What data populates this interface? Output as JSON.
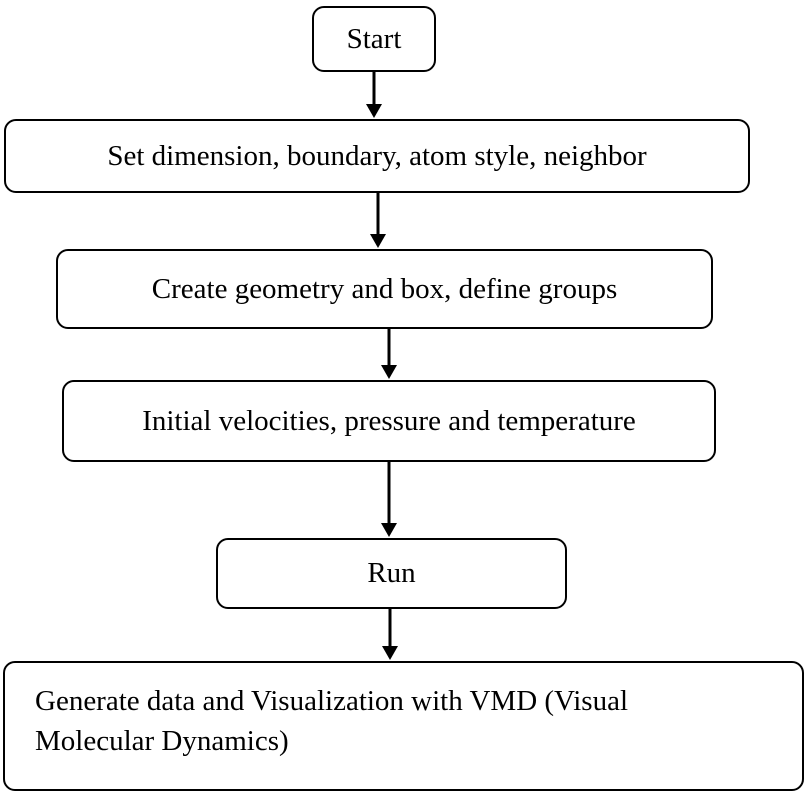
{
  "flowchart": {
    "start": "Start",
    "step1": "Set dimension, boundary, atom style, neighbor",
    "step2": "Create geometry and box, define groups",
    "step3": "Initial velocities, pressure and temperature",
    "step4": "Run",
    "step5_line1": "Generate data and Visualization with VMD (Visual",
    "step5_line2": "Molecular Dynamics)"
  }
}
